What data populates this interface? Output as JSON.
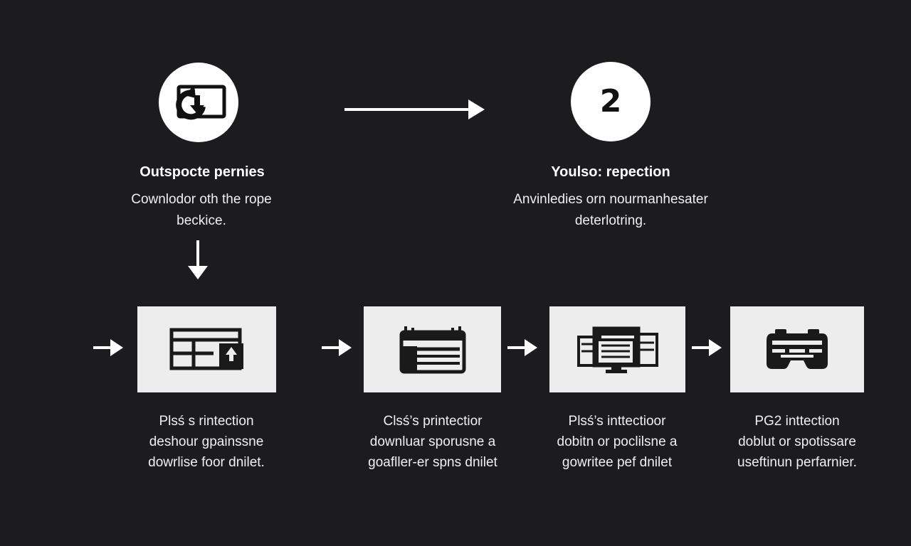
{
  "top_steps": [
    {
      "icon": "download-screen-icon",
      "title": "Outspocte pernies",
      "desc_lines": [
        "Cownlodor oth the rope",
        "beckice."
      ]
    },
    {
      "number": "2",
      "title": "Youlso: repection",
      "desc_lines": [
        "Anvinledies orn nourmanhesater",
        "deterlotring."
      ]
    }
  ],
  "cards": [
    {
      "icon": "browser-window-icon",
      "caption_lines": [
        "Plsś s rintection",
        "deshour gpainssne",
        "dowrlise foor dnilet."
      ]
    },
    {
      "icon": "app-window-icon",
      "caption_lines": [
        "Clsś’s printectior",
        "downluar sporusne a",
        "goafller-er spns dnilet"
      ]
    },
    {
      "icon": "monitor-document-icon",
      "caption_lines": [
        "Plsś’s inttectioor",
        "dobitn or poclilsne a",
        "gowritee pef dnilet"
      ]
    },
    {
      "icon": "gamepad-icon",
      "caption_lines": [
        "PG2 inttection",
        "doblut or spotissare",
        "useftinun perfarnier."
      ]
    }
  ],
  "colors": {
    "background": "#1c1b1d",
    "card": "#ededed",
    "circle": "#ffffff",
    "icon": "#1a1a1a",
    "text": "#f2f2f2"
  }
}
